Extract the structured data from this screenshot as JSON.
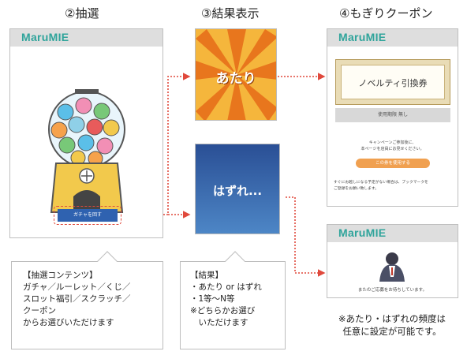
{
  "steps": {
    "draw_title": "②抽選",
    "result_title": "③結果表示",
    "coupon_title": "④もぎりクーポン"
  },
  "brand": "MaruMIE",
  "gacha_button_label": "ガチャを回す",
  "result_win": "あたり",
  "result_lose": "はずれ...",
  "coupon": {
    "ticket_text": "ノベルティ引換券",
    "used_bar": "使用期限 無し",
    "info_line1": "キャンペーンご参加後に、",
    "info_line2": "本ページを店員にお見せください。",
    "use_button": "この券を使用する",
    "bookmark_line1": "すぐにお越しになる予定がない場合は、ブックマークを",
    "bookmark_line2": "ご登録をお願い致します。"
  },
  "lose_message": "またのご応募をお待ちしています。",
  "callout_draw": {
    "title": "【抽選コンテンツ】",
    "line1": "ガチャ／ルーレット／くじ／",
    "line2": "スロット福引／スクラッチ／",
    "line3": "クーポン",
    "line4": "からお選びいただけます"
  },
  "callout_result": {
    "title": "【結果】",
    "line1": "・あたり or はずれ",
    "line2": "・1等〜N等",
    "line3": "※どちらかお選び",
    "line4": "　いただけます"
  },
  "note": {
    "line1": "※あたり・はずれの頻度は",
    "line2": "任意に設定が可能です。"
  },
  "colors": {
    "brand_teal": "#2fa49b",
    "arrow_red": "#e0493c",
    "win_orange": "#e8761d",
    "lose_blue": "#2f5fa8",
    "coupon_button": "#f0a050",
    "gacha_yellow": "#f2c94c"
  }
}
